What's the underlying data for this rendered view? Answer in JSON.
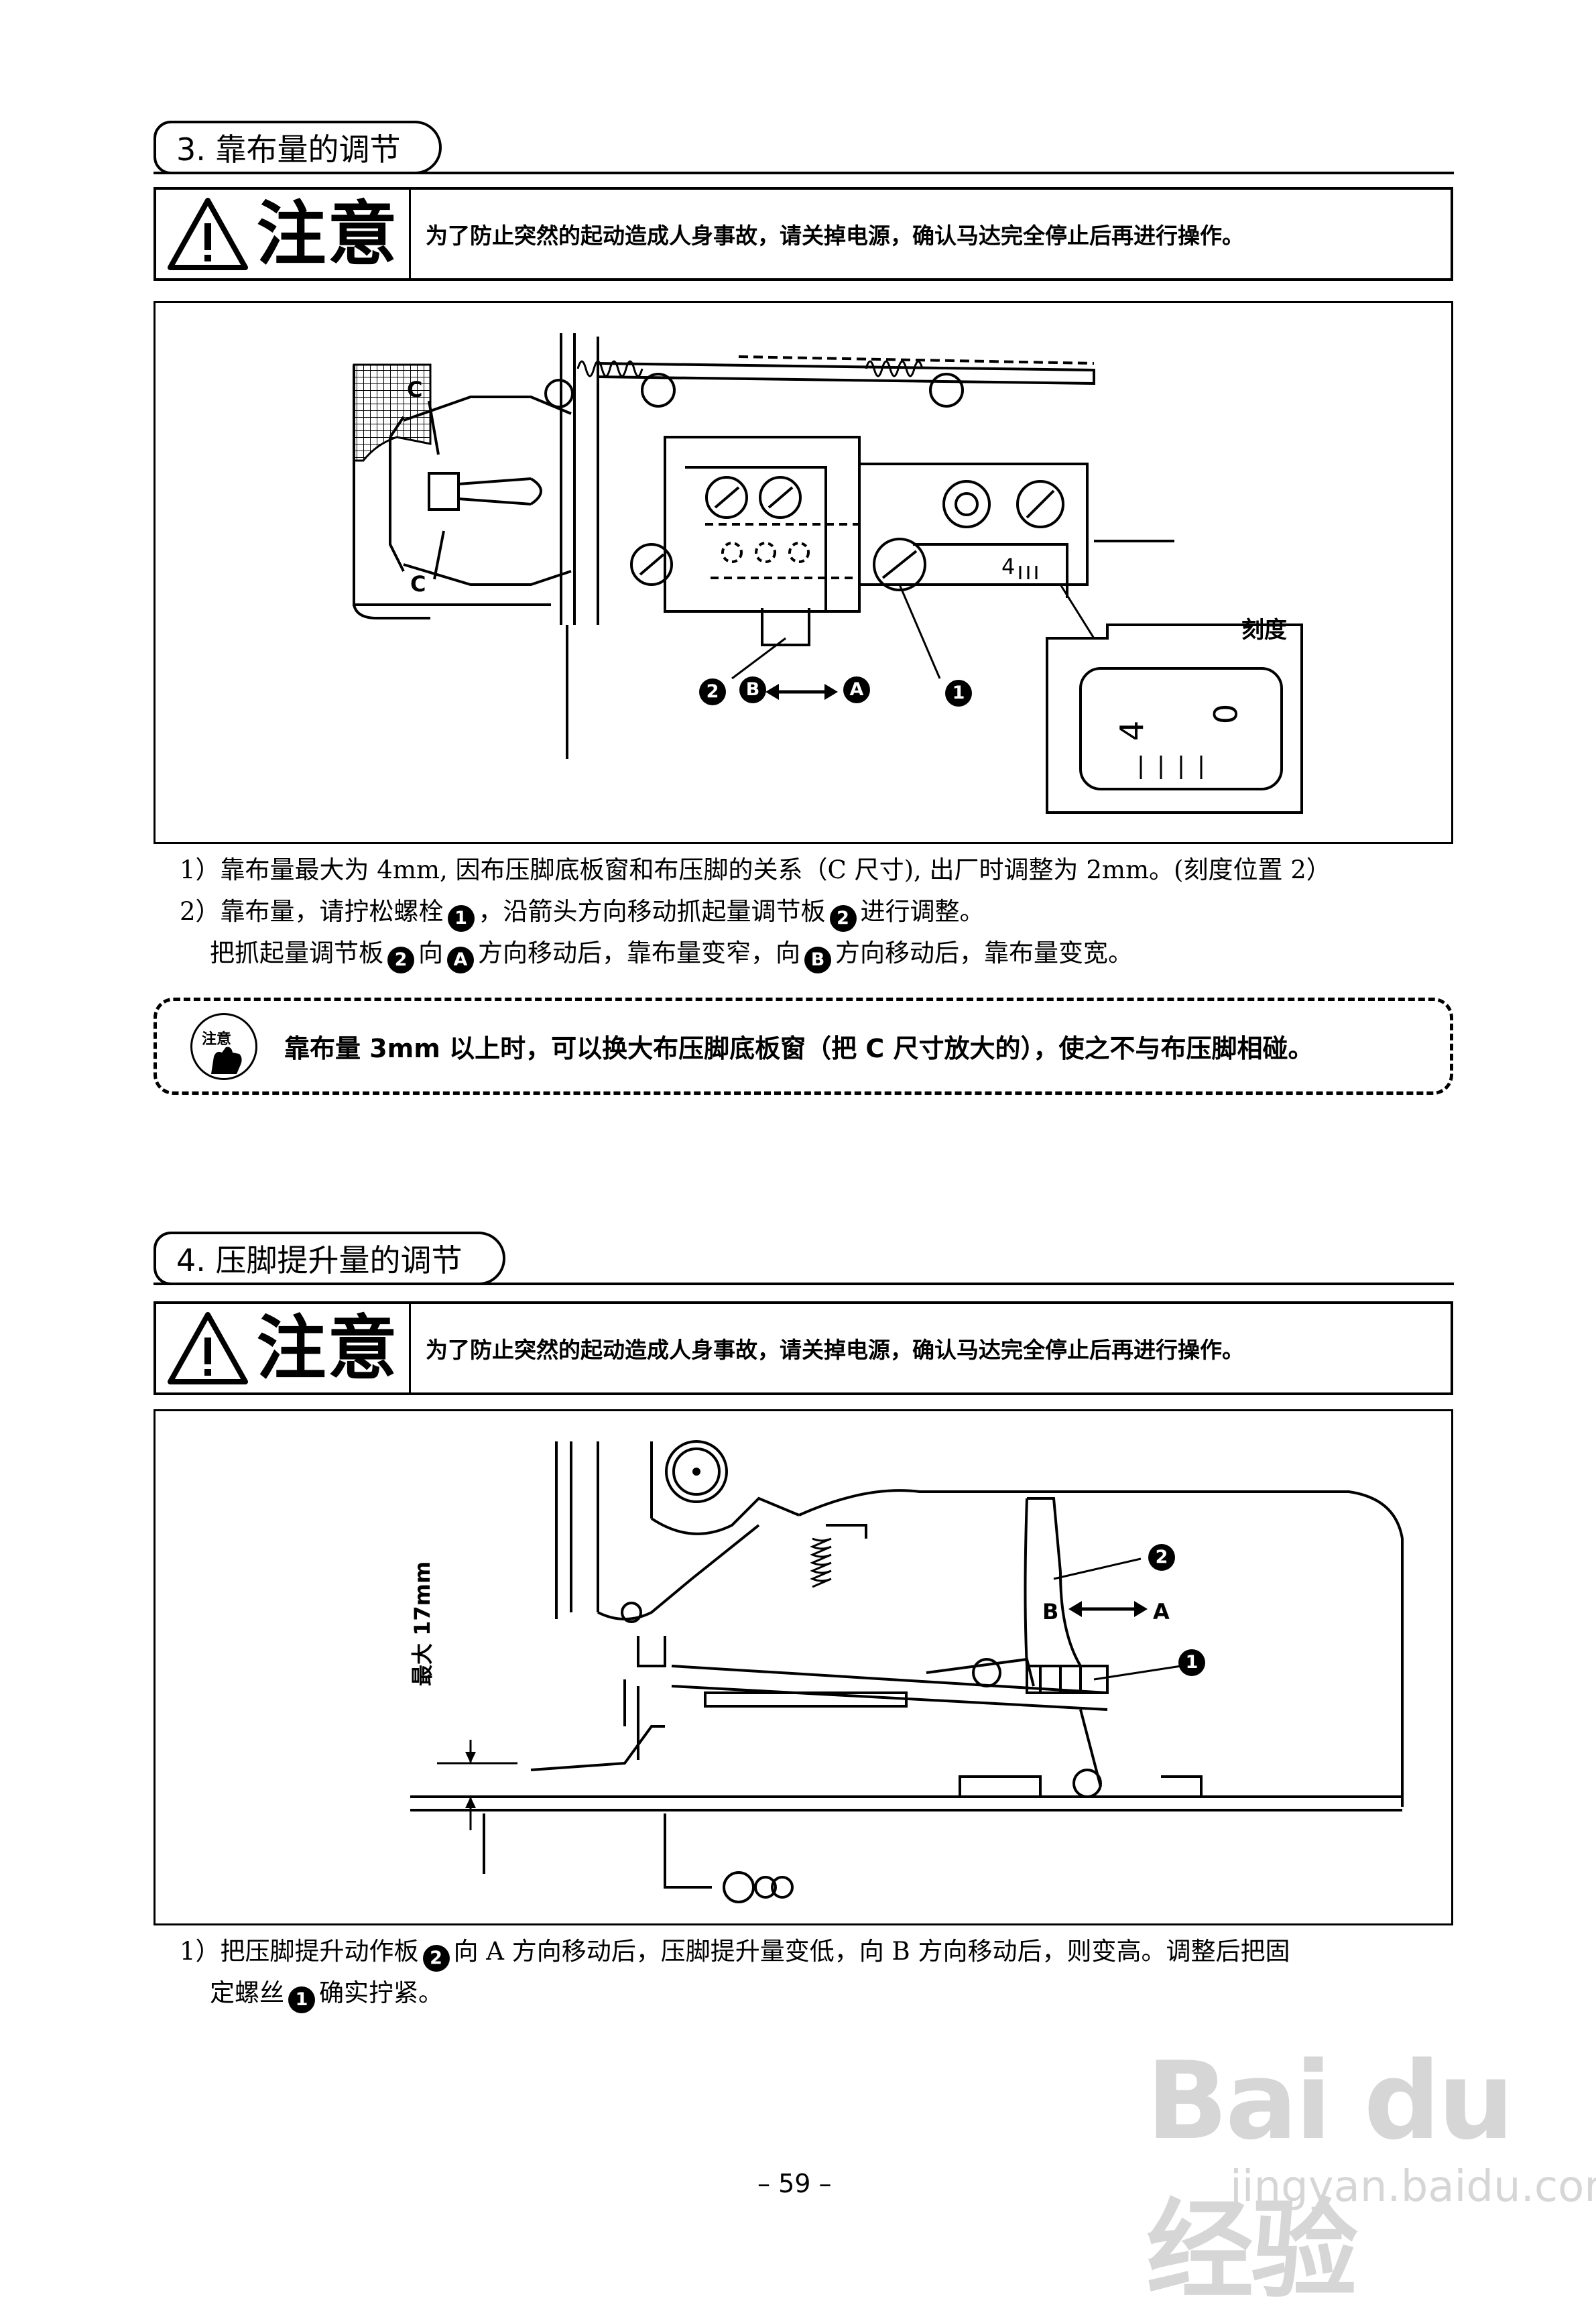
{
  "section3": {
    "title": "3. 靠布量的调节",
    "caution": {
      "word": "注意",
      "message": "为了防止突然的起动造成人身事故，请关掉电源，确认马达完全停止后再进行操作。"
    },
    "figure": {
      "label_c": "C",
      "label_scale": "刻度",
      "callout_1": "1",
      "callout_2": "2",
      "label_a": "A",
      "label_b": "B",
      "scale_zero": "0",
      "scale_four": "4"
    },
    "para1": "1）靠布量最大为 4mm, 因布压脚底板窗和布压脚的关系（C 尺寸), 出厂时调整为 2mm。(刻度位置 2）",
    "para2_a": "2）靠布量，请拧松螺栓",
    "para2_b": "，沿箭头方向移动抓起量调节板",
    "para2_c": "进行调整。",
    "para3_a": "把抓起量调节板",
    "para3_b": "向",
    "para3_c": "方向移动后，靠布量变窄，向",
    "para3_d": "方向移动后，靠布量变宽。",
    "note": {
      "icon_text": "注意",
      "text": "靠布量 3mm 以上时，可以换大布压脚底板窗（把 C 尺寸放大的），使之不与布压脚相碰。"
    }
  },
  "section4": {
    "title": "4. 压脚提升量的调节",
    "caution": {
      "word": "注意",
      "message": "为了防止突然的起动造成人身事故，请关掉电源，确认马达完全停止后再进行操作。"
    },
    "figure": {
      "label_a": "A",
      "label_b": "B",
      "label_max": "最大 17mm",
      "callout_1": "1",
      "callout_2": "2"
    },
    "para1_a": "1）把压脚提升动作板",
    "para1_b": "向 A 方向移动后，压脚提升量变低，向 B 方向移动后，则变高。调整后把固",
    "para2_a": "定螺丝",
    "para2_b": "确实拧紧。"
  },
  "page_number": "– 59 –",
  "watermark": {
    "brand": "Bai du 经验",
    "url": "jingyan.baidu.com"
  }
}
